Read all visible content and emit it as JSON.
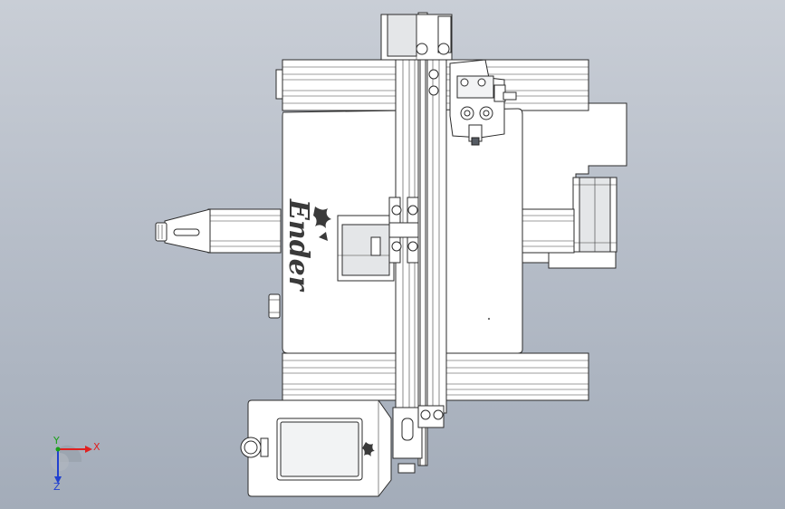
{
  "model": {
    "brand_label": "Ender"
  },
  "triad": {
    "x_label": "X",
    "y_label": "Y",
    "z_label": "Z",
    "colors": {
      "x": "#e02020",
      "y": "#18a018",
      "z": "#2040d0"
    }
  }
}
